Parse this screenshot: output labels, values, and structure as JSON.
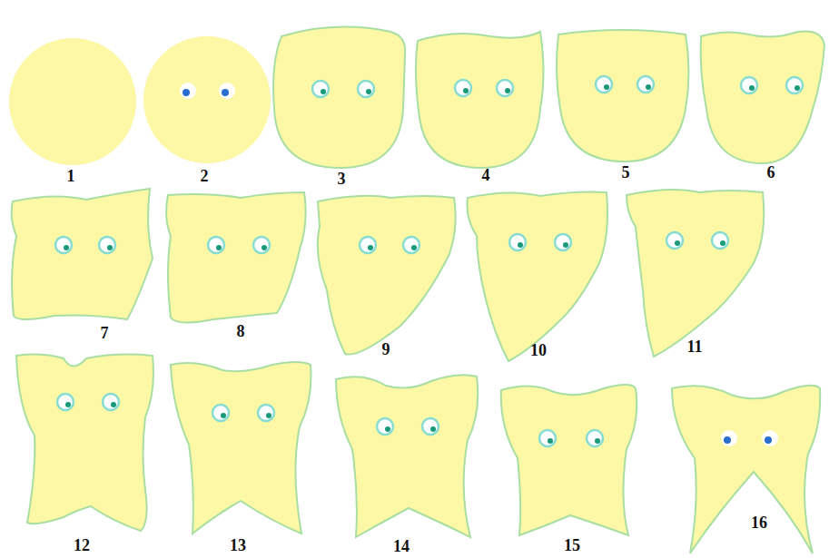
{
  "diagram": {
    "labels": [
      "1",
      "2",
      "3",
      "4",
      "5",
      "6",
      "7",
      "8",
      "9",
      "10",
      "11",
      "12",
      "13",
      "14",
      "15",
      "16"
    ]
  }
}
